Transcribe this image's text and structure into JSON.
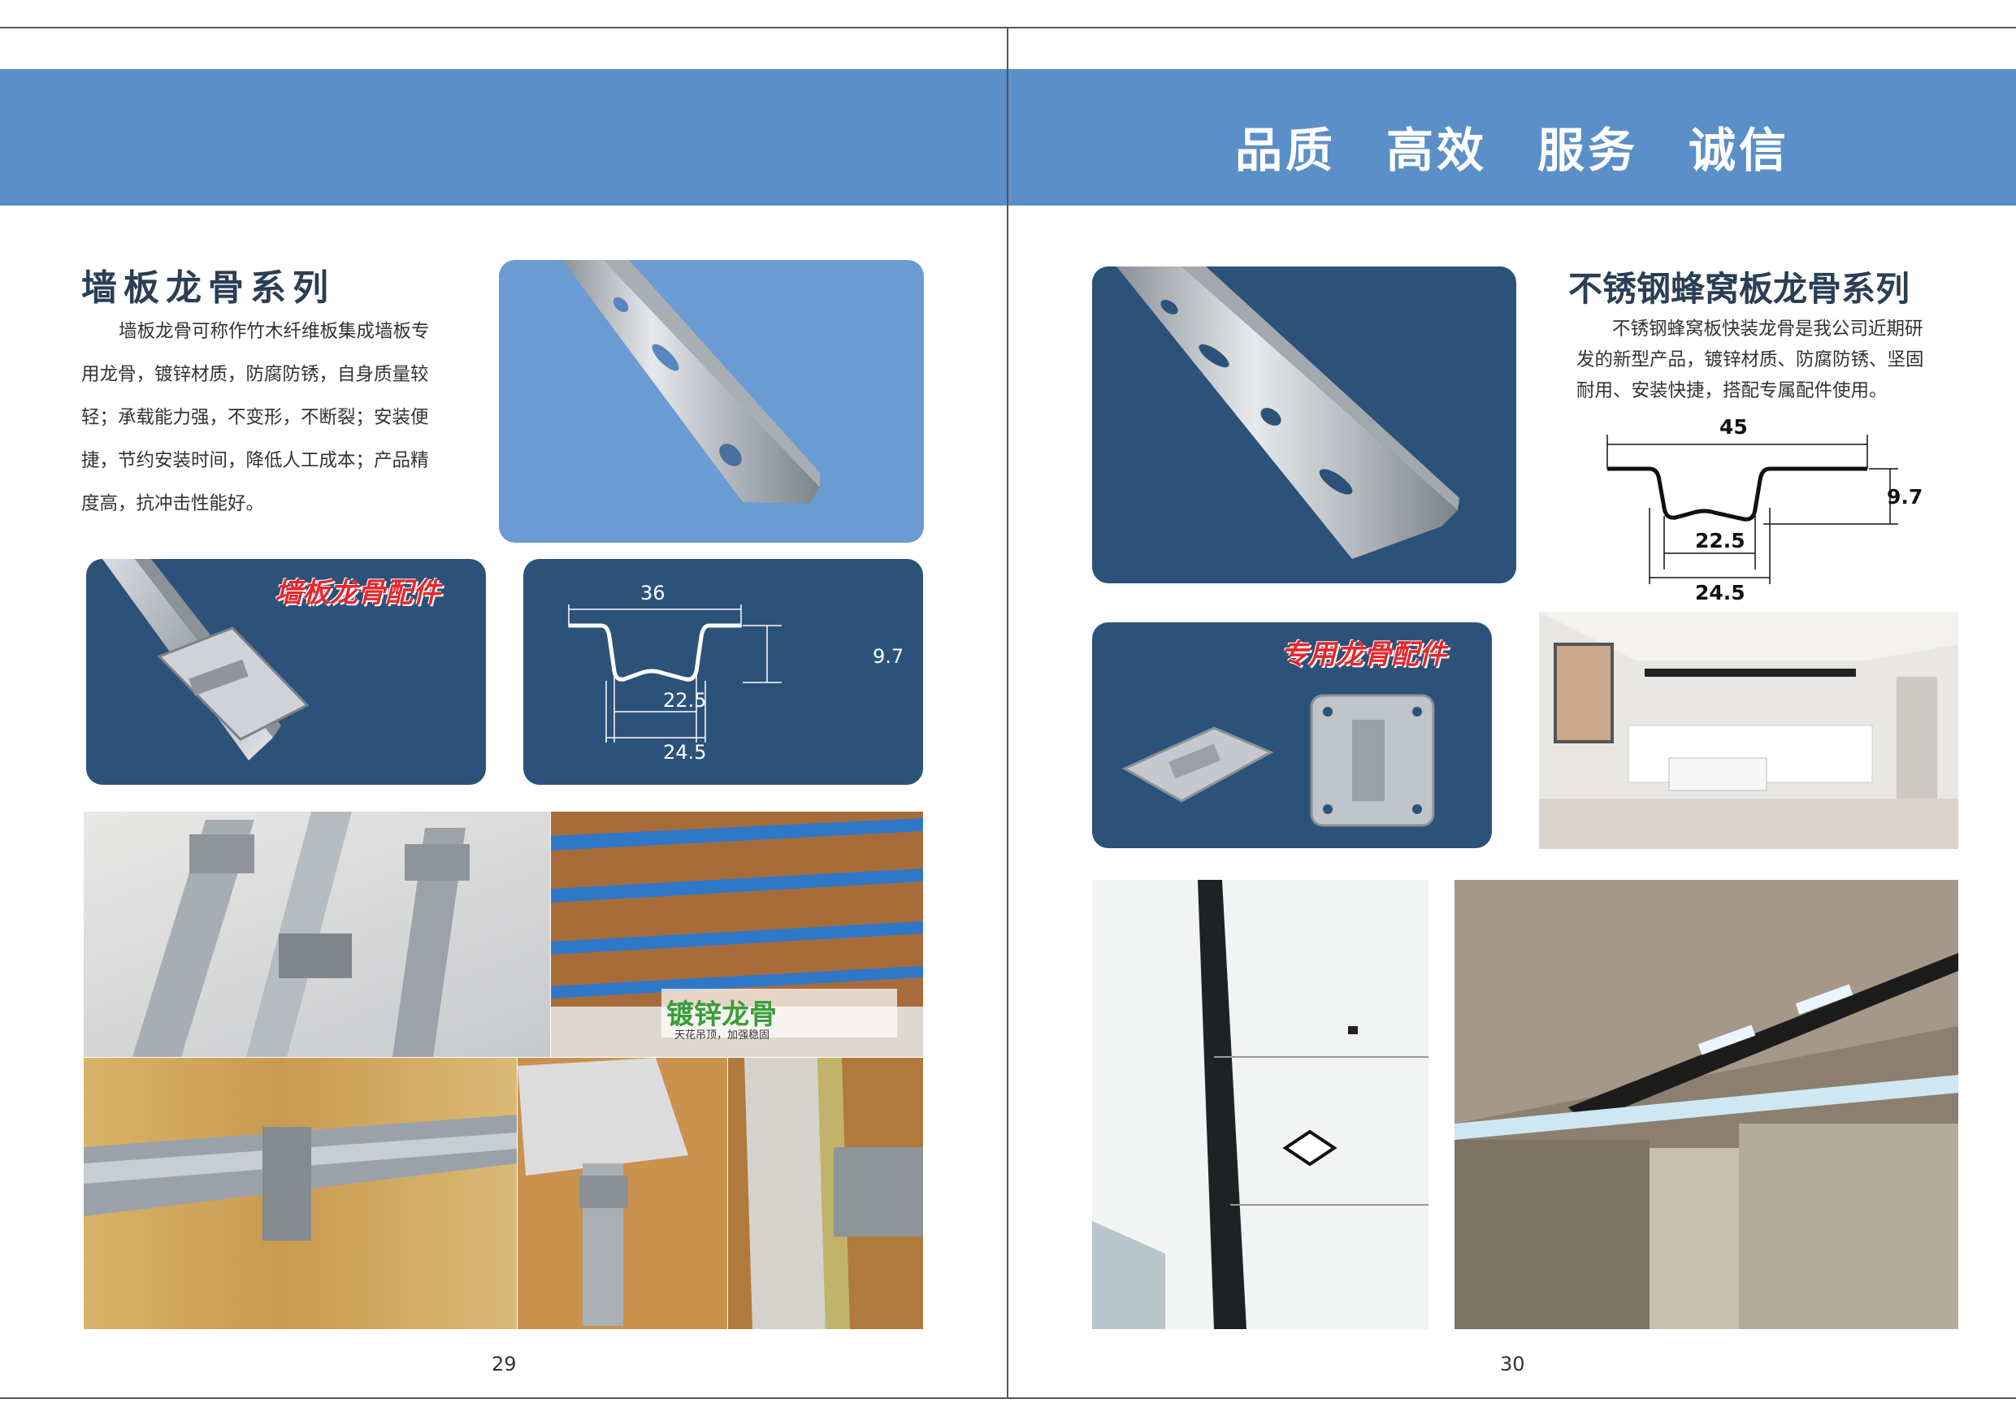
{
  "header": {
    "slogans": [
      "品质",
      "高效",
      "服务",
      "诚信"
    ]
  },
  "left_page": {
    "title": "墙板龙骨系列",
    "description_lines": [
      "墙板龙骨可称作竹木纤维板集成墙板专",
      "用龙骨，镀锌材质，防腐防锈，自身质量较",
      "轻；承载能力强，不变形，不断裂；安装便",
      "捷，节约安装时间，降低人工成本；产品精",
      "度高，抗冲击性能好。"
    ],
    "accessory_tag": "墙板龙骨配件",
    "profile": {
      "top_width": "36",
      "height": "9.7",
      "inner_width": "22.5",
      "bottom_width": "24.5"
    },
    "photo_overlay_title": "镀锌龙骨",
    "photo_overlay_sub": "天花吊顶，加强稳固",
    "page_number": "29"
  },
  "right_page": {
    "title": "不锈钢蜂窝板龙骨系列",
    "description_lines": [
      "不锈钢蜂窝板快装龙骨是我公司近期研",
      "发的新型产品，镀锌材质、防腐防锈、坚固",
      "耐用、安装快捷，搭配专属配件使用。"
    ],
    "accessory_tag": "专用龙骨配件",
    "profile": {
      "top_width": "45",
      "height": "9.7",
      "inner_width": "22.5",
      "bottom_width": "24.5"
    },
    "page_number": "30"
  },
  "colors": {
    "band": "#5b8fc8",
    "navy_panel": "#2c5279",
    "light_panel": "#6b9bd3",
    "title": "#2b3e55",
    "tag_red": "#e8262b"
  }
}
